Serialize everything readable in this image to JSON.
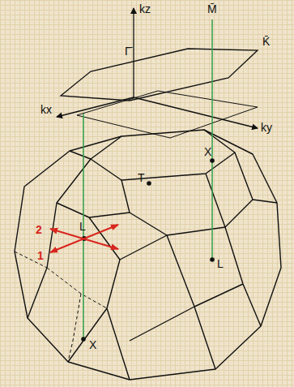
{
  "diagram": {
    "labels": [
      "kz",
      "M̄",
      "Γ̄",
      "K̄",
      "kx",
      "ky",
      "T",
      "X",
      "2",
      "L",
      "1",
      "L",
      "X"
    ]
  }
}
